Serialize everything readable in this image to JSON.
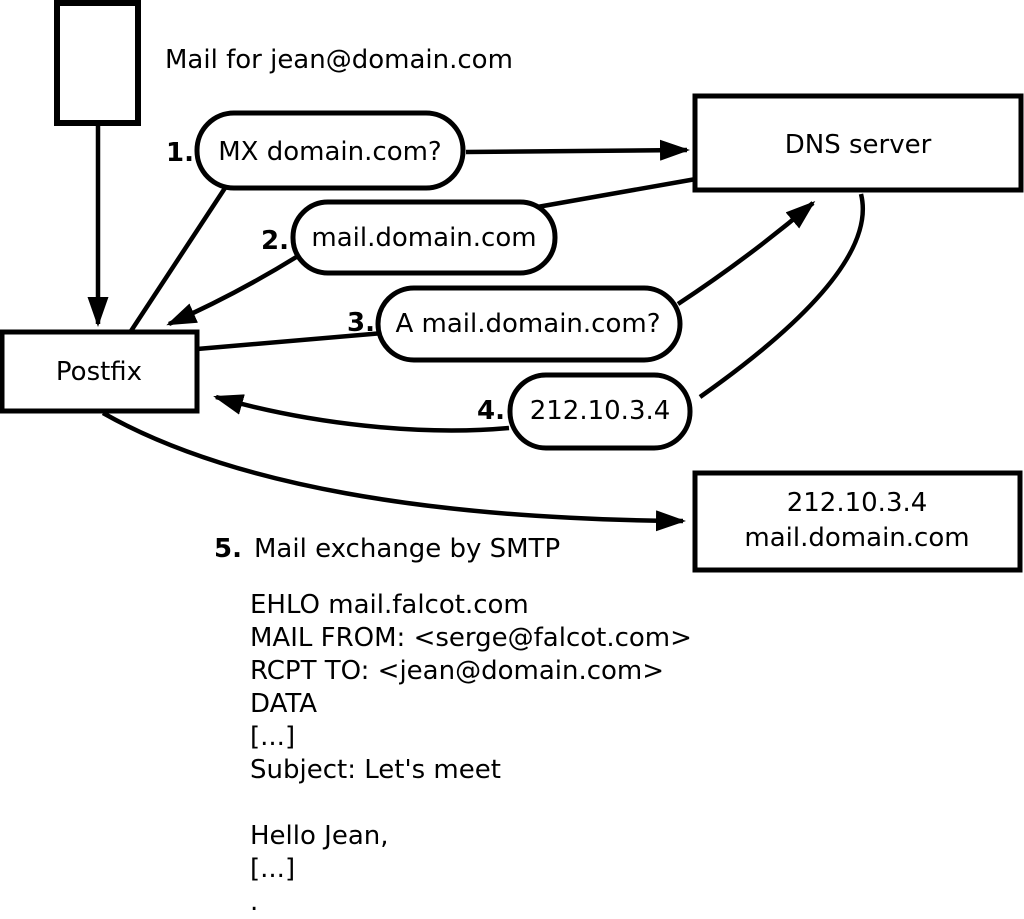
{
  "diagram": {
    "note": "Mail for jean@domain.com",
    "postfix": {
      "label": "Postfix"
    },
    "dns": {
      "label": "DNS server"
    },
    "mailserver": {
      "line1": "212.10.3.4",
      "line2": "mail.domain.com"
    },
    "steps": [
      {
        "num": "1.",
        "label": "MX domain.com?"
      },
      {
        "num": "2.",
        "label": "mail.domain.com"
      },
      {
        "num": "3.",
        "label": "A mail.domain.com?"
      },
      {
        "num": "4.",
        "label": "212.10.3.4"
      },
      {
        "num": "5.",
        "label": "Mail exchange by SMTP"
      }
    ],
    "smtp": {
      "lines": [
        "EHLO mail.falcot.com",
        "MAIL FROM: <serge@falcot.com>",
        "RCPT TO: <jean@domain.com>",
        "DATA",
        "[...]",
        "Subject: Let's meet",
        "",
        "Hello Jean,",
        "[...]",
        "."
      ]
    },
    "colors": {
      "ink": "#000000",
      "paper": "#ffffff"
    }
  }
}
